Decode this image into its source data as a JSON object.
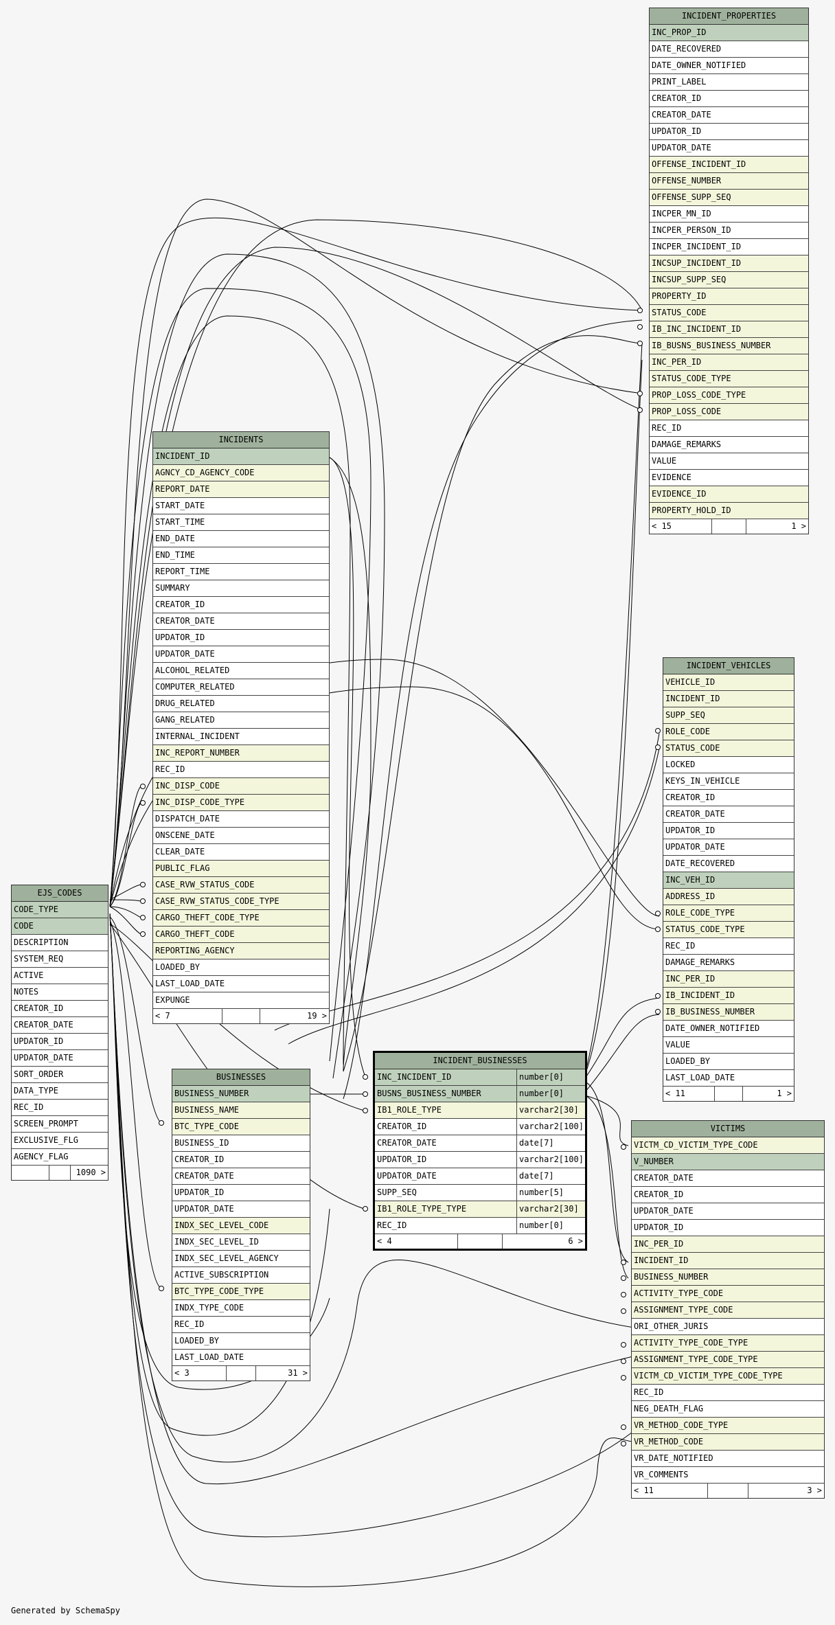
{
  "tables": {
    "incident_properties": {
      "title": "INCIDENT_PROPERTIES",
      "rows": [
        {
          "name": "INC_PROP_ID",
          "kind": "pk"
        },
        {
          "name": "DATE_RECOVERED",
          "kind": ""
        },
        {
          "name": "DATE_OWNER_NOTIFIED",
          "kind": ""
        },
        {
          "name": "PRINT_LABEL",
          "kind": ""
        },
        {
          "name": "CREATOR_ID",
          "kind": ""
        },
        {
          "name": "CREATOR_DATE",
          "kind": ""
        },
        {
          "name": "UPDATOR_ID",
          "kind": ""
        },
        {
          "name": "UPDATOR_DATE",
          "kind": ""
        },
        {
          "name": "OFFENSE_INCIDENT_ID",
          "kind": "fk"
        },
        {
          "name": "OFFENSE_NUMBER",
          "kind": "fk"
        },
        {
          "name": "OFFENSE_SUPP_SEQ",
          "kind": "fk"
        },
        {
          "name": "INCPER_MN_ID",
          "kind": ""
        },
        {
          "name": "INCPER_PERSON_ID",
          "kind": ""
        },
        {
          "name": "INCPER_INCIDENT_ID",
          "kind": ""
        },
        {
          "name": "INCSUP_INCIDENT_ID",
          "kind": "fk"
        },
        {
          "name": "INCSUP_SUPP_SEQ",
          "kind": "fk"
        },
        {
          "name": "PROPERTY_ID",
          "kind": "fk"
        },
        {
          "name": "STATUS_CODE",
          "kind": "fk"
        },
        {
          "name": "IB_INC_INCIDENT_ID",
          "kind": "fk"
        },
        {
          "name": "IB_BUSNS_BUSINESS_NUMBER",
          "kind": "fk"
        },
        {
          "name": "INC_PER_ID",
          "kind": "fk"
        },
        {
          "name": "STATUS_CODE_TYPE",
          "kind": "fk"
        },
        {
          "name": "PROP_LOSS_CODE_TYPE",
          "kind": "fk"
        },
        {
          "name": "PROP_LOSS_CODE",
          "kind": "fk"
        },
        {
          "name": "REC_ID",
          "kind": ""
        },
        {
          "name": "DAMAGE_REMARKS",
          "kind": ""
        },
        {
          "name": "VALUE",
          "kind": ""
        },
        {
          "name": "EVIDENCE",
          "kind": ""
        },
        {
          "name": "EVIDENCE_ID",
          "kind": "fk"
        },
        {
          "name": "PROPERTY_HOLD_ID",
          "kind": "fk"
        }
      ],
      "footer": [
        "< 15",
        "",
        "1 >"
      ]
    },
    "incident_vehicles": {
      "title": "INCIDENT_VEHICLES",
      "rows": [
        {
          "name": "VEHICLE_ID",
          "kind": "fk"
        },
        {
          "name": "INCIDENT_ID",
          "kind": "fk"
        },
        {
          "name": "SUPP_SEQ",
          "kind": "fk"
        },
        {
          "name": "ROLE_CODE",
          "kind": "fk"
        },
        {
          "name": "STATUS_CODE",
          "kind": "fk"
        },
        {
          "name": "LOCKED",
          "kind": ""
        },
        {
          "name": "KEYS_IN_VEHICLE",
          "kind": ""
        },
        {
          "name": "CREATOR_ID",
          "kind": ""
        },
        {
          "name": "CREATOR_DATE",
          "kind": ""
        },
        {
          "name": "UPDATOR_ID",
          "kind": ""
        },
        {
          "name": "UPDATOR_DATE",
          "kind": ""
        },
        {
          "name": "DATE_RECOVERED",
          "kind": ""
        },
        {
          "name": "INC_VEH_ID",
          "kind": "pk"
        },
        {
          "name": "ADDRESS_ID",
          "kind": "fk"
        },
        {
          "name": "ROLE_CODE_TYPE",
          "kind": "fk"
        },
        {
          "name": "STATUS_CODE_TYPE",
          "kind": "fk"
        },
        {
          "name": "REC_ID",
          "kind": ""
        },
        {
          "name": "DAMAGE_REMARKS",
          "kind": ""
        },
        {
          "name": "INC_PER_ID",
          "kind": "fk"
        },
        {
          "name": "IB_INCIDENT_ID",
          "kind": "fk"
        },
        {
          "name": "IB_BUSINESS_NUMBER",
          "kind": "fk"
        },
        {
          "name": "DATE_OWNER_NOTIFIED",
          "kind": ""
        },
        {
          "name": "VALUE",
          "kind": ""
        },
        {
          "name": "LOADED_BY",
          "kind": ""
        },
        {
          "name": "LAST_LOAD_DATE",
          "kind": ""
        }
      ],
      "footer": [
        "< 11",
        "",
        "1 >"
      ]
    },
    "incidents": {
      "title": "INCIDENTS",
      "rows": [
        {
          "name": "INCIDENT_ID",
          "kind": "pk"
        },
        {
          "name": "AGNCY_CD_AGENCY_CODE",
          "kind": "fk"
        },
        {
          "name": "REPORT_DATE",
          "kind": "fk"
        },
        {
          "name": "START_DATE",
          "kind": ""
        },
        {
          "name": "START_TIME",
          "kind": ""
        },
        {
          "name": "END_DATE",
          "kind": ""
        },
        {
          "name": "END_TIME",
          "kind": ""
        },
        {
          "name": "REPORT_TIME",
          "kind": ""
        },
        {
          "name": "SUMMARY",
          "kind": ""
        },
        {
          "name": "CREATOR_ID",
          "kind": ""
        },
        {
          "name": "CREATOR_DATE",
          "kind": ""
        },
        {
          "name": "UPDATOR_ID",
          "kind": ""
        },
        {
          "name": "UPDATOR_DATE",
          "kind": ""
        },
        {
          "name": "ALCOHOL_RELATED",
          "kind": ""
        },
        {
          "name": "COMPUTER_RELATED",
          "kind": ""
        },
        {
          "name": "DRUG_RELATED",
          "kind": ""
        },
        {
          "name": "GANG_RELATED",
          "kind": ""
        },
        {
          "name": "INTERNAL_INCIDENT",
          "kind": ""
        },
        {
          "name": "INC_REPORT_NUMBER",
          "kind": "fk"
        },
        {
          "name": "REC_ID",
          "kind": ""
        },
        {
          "name": "INC_DISP_CODE",
          "kind": "fk"
        },
        {
          "name": "INC_DISP_CODE_TYPE",
          "kind": "fk"
        },
        {
          "name": "DISPATCH_DATE",
          "kind": ""
        },
        {
          "name": "ONSCENE_DATE",
          "kind": ""
        },
        {
          "name": "CLEAR_DATE",
          "kind": ""
        },
        {
          "name": "PUBLIC_FLAG",
          "kind": "fk"
        },
        {
          "name": "CASE_RVW_STATUS_CODE",
          "kind": "fk"
        },
        {
          "name": "CASE_RVW_STATUS_CODE_TYPE",
          "kind": "fk"
        },
        {
          "name": "CARGO_THEFT_CODE_TYPE",
          "kind": "fk"
        },
        {
          "name": "CARGO_THEFT_CODE",
          "kind": "fk"
        },
        {
          "name": "REPORTING_AGENCY",
          "kind": "fk"
        },
        {
          "name": "LOADED_BY",
          "kind": ""
        },
        {
          "name": "LAST_LOAD_DATE",
          "kind": ""
        },
        {
          "name": "EXPUNGE",
          "kind": ""
        }
      ],
      "footer": [
        "< 7",
        "",
        "19 >"
      ]
    },
    "ejs_codes": {
      "title": "EJS_CODES",
      "rows": [
        {
          "name": "CODE_TYPE",
          "kind": "pk"
        },
        {
          "name": "CODE",
          "kind": "pk"
        },
        {
          "name": "DESCRIPTION",
          "kind": ""
        },
        {
          "name": "SYSTEM_REQ",
          "kind": ""
        },
        {
          "name": "ACTIVE",
          "kind": ""
        },
        {
          "name": "NOTES",
          "kind": ""
        },
        {
          "name": "CREATOR_ID",
          "kind": ""
        },
        {
          "name": "CREATOR_DATE",
          "kind": ""
        },
        {
          "name": "UPDATOR_ID",
          "kind": ""
        },
        {
          "name": "UPDATOR_DATE",
          "kind": ""
        },
        {
          "name": "SORT_ORDER",
          "kind": ""
        },
        {
          "name": "DATA_TYPE",
          "kind": ""
        },
        {
          "name": "REC_ID",
          "kind": ""
        },
        {
          "name": "SCREEN_PROMPT",
          "kind": ""
        },
        {
          "name": "EXCLUSIVE_FLG",
          "kind": ""
        },
        {
          "name": "AGENCY_FLAG",
          "kind": ""
        }
      ],
      "footer": [
        "",
        "",
        "1090 >"
      ]
    },
    "businesses": {
      "title": "BUSINESSES",
      "rows": [
        {
          "name": "BUSINESS_NUMBER",
          "kind": "pk"
        },
        {
          "name": "BUSINESS_NAME",
          "kind": "fk"
        },
        {
          "name": "BTC_TYPE_CODE",
          "kind": "fk"
        },
        {
          "name": "BUSINESS_ID",
          "kind": ""
        },
        {
          "name": "CREATOR_ID",
          "kind": ""
        },
        {
          "name": "CREATOR_DATE",
          "kind": ""
        },
        {
          "name": "UPDATOR_ID",
          "kind": ""
        },
        {
          "name": "UPDATOR_DATE",
          "kind": ""
        },
        {
          "name": "INDX_SEC_LEVEL_CODE",
          "kind": "fk"
        },
        {
          "name": "INDX_SEC_LEVEL_ID",
          "kind": ""
        },
        {
          "name": "INDX_SEC_LEVEL_AGENCY",
          "kind": ""
        },
        {
          "name": "ACTIVE_SUBSCRIPTION",
          "kind": ""
        },
        {
          "name": "BTC_TYPE_CODE_TYPE",
          "kind": "fk"
        },
        {
          "name": "INDX_TYPE_CODE",
          "kind": ""
        },
        {
          "name": "REC_ID",
          "kind": ""
        },
        {
          "name": "LOADED_BY",
          "kind": ""
        },
        {
          "name": "LAST_LOAD_DATE",
          "kind": ""
        }
      ],
      "footer": [
        "< 3",
        "",
        "31 >"
      ]
    },
    "incident_businesses": {
      "title": "INCIDENT_BUSINESSES",
      "rows": [
        {
          "name": "INC_INCIDENT_ID",
          "type": "number[0]",
          "kind": "pk"
        },
        {
          "name": "BUSNS_BUSINESS_NUMBER",
          "type": "number[0]",
          "kind": "pk"
        },
        {
          "name": "IB1_ROLE_TYPE",
          "type": "varchar2[30]",
          "kind": "fk"
        },
        {
          "name": "CREATOR_ID",
          "type": "varchar2[100]",
          "kind": ""
        },
        {
          "name": "CREATOR_DATE",
          "type": "date[7]",
          "kind": ""
        },
        {
          "name": "UPDATOR_ID",
          "type": "varchar2[100]",
          "kind": ""
        },
        {
          "name": "UPDATOR_DATE",
          "type": "date[7]",
          "kind": ""
        },
        {
          "name": "SUPP_SEQ",
          "type": "number[5]",
          "kind": ""
        },
        {
          "name": "IB1_ROLE_TYPE_TYPE",
          "type": "varchar2[30]",
          "kind": "fk"
        },
        {
          "name": "REC_ID",
          "type": "number[0]",
          "kind": ""
        }
      ],
      "footer": [
        "< 4",
        "",
        "6 >"
      ]
    },
    "victims": {
      "title": "VICTIMS",
      "rows": [
        {
          "name": "VICTM_CD_VICTIM_TYPE_CODE",
          "kind": "fk"
        },
        {
          "name": "V_NUMBER",
          "kind": "pk"
        },
        {
          "name": "CREATOR_DATE",
          "kind": ""
        },
        {
          "name": "CREATOR_ID",
          "kind": ""
        },
        {
          "name": "UPDATOR_DATE",
          "kind": ""
        },
        {
          "name": "UPDATOR_ID",
          "kind": ""
        },
        {
          "name": "INC_PER_ID",
          "kind": "fk"
        },
        {
          "name": "INCIDENT_ID",
          "kind": "fk"
        },
        {
          "name": "BUSINESS_NUMBER",
          "kind": "fk"
        },
        {
          "name": "ACTIVITY_TYPE_CODE",
          "kind": "fk"
        },
        {
          "name": "ASSIGNMENT_TYPE_CODE",
          "kind": "fk"
        },
        {
          "name": "ORI_OTHER_JURIS",
          "kind": ""
        },
        {
          "name": "ACTIVITY_TYPE_CODE_TYPE",
          "kind": "fk"
        },
        {
          "name": "ASSIGNMENT_TYPE_CODE_TYPE",
          "kind": "fk"
        },
        {
          "name": "VICTM_CD_VICTIM_TYPE_CODE_TYPE",
          "kind": "fk"
        },
        {
          "name": "REC_ID",
          "kind": ""
        },
        {
          "name": "NEG_DEATH_FLAG",
          "kind": ""
        },
        {
          "name": "VR_METHOD_CODE_TYPE",
          "kind": "fk"
        },
        {
          "name": "VR_METHOD_CODE",
          "kind": "fk"
        },
        {
          "name": "VR_DATE_NOTIFIED",
          "kind": ""
        },
        {
          "name": "VR_COMMENTS",
          "kind": ""
        }
      ],
      "footer": [
        "< 11",
        "",
        "3 >"
      ]
    }
  },
  "footer_note": "Generated by SchemaSpy"
}
